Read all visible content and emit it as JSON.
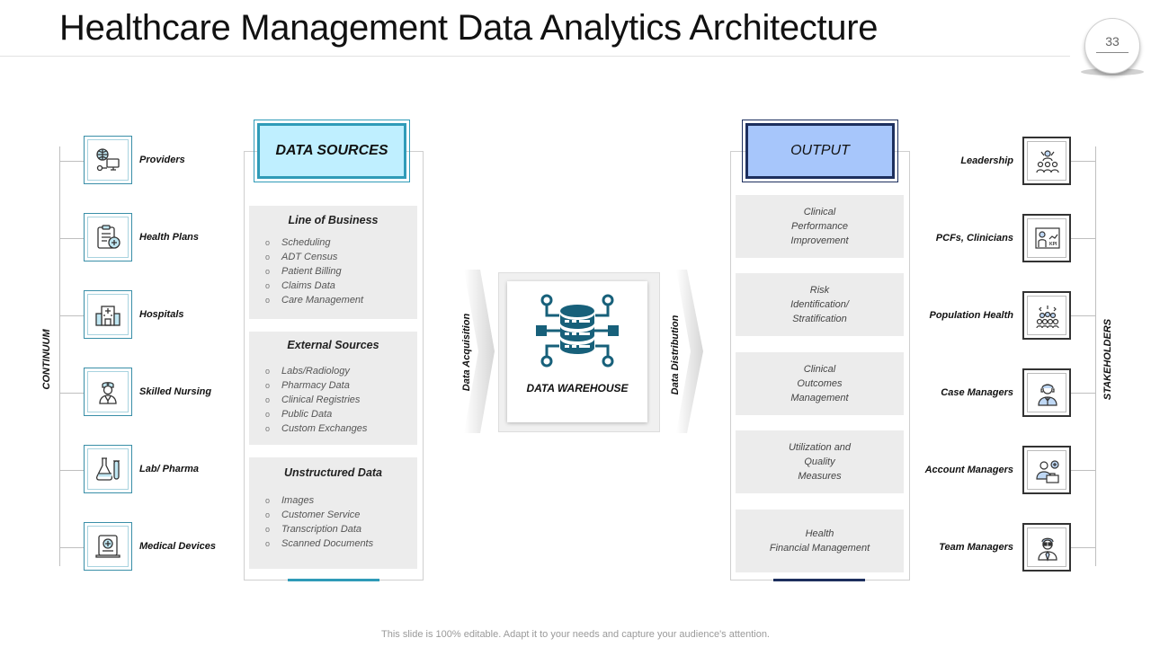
{
  "title": "Healthcare Management Data Analytics Architecture",
  "page_number": "33",
  "continuum": {
    "label": "CONTINUUM",
    "items": [
      {
        "label": "Providers",
        "icon": "network-globe-icon"
      },
      {
        "label": "Health Plans",
        "icon": "clipboard-plan-icon"
      },
      {
        "label": "Hospitals",
        "icon": "hospital-building-icon"
      },
      {
        "label": "Skilled  Nursing",
        "icon": "nurse-icon"
      },
      {
        "label": "Lab/ Pharma",
        "icon": "lab-flask-icon"
      },
      {
        "label": "Medical  Devices",
        "icon": "medical-tablet-icon"
      }
    ]
  },
  "data_sources": {
    "header": "DATA SOURCES",
    "groups": [
      {
        "title": "Line of  Business",
        "items": [
          "Scheduling",
          "ADT Census",
          "Patient Billing",
          "Claims Data",
          "Care Management"
        ]
      },
      {
        "title": "External Sources",
        "items": [
          "Labs/Radiology",
          "Pharmacy Data",
          "Clinical Registries",
          "Public Data",
          "Custom Exchanges"
        ]
      },
      {
        "title": "Unstructured Data",
        "items": [
          "Images",
          "Customer Service",
          "Transcription  Data",
          "Scanned Documents"
        ]
      }
    ],
    "bullet": "o"
  },
  "flow": {
    "acquisition_label": "Data  Acquisition",
    "distribution_label": "Data  Distribution",
    "warehouse_label": "DATA WAREHOUSE"
  },
  "output": {
    "header": "OUTPUT",
    "items": [
      "Clinical\nPerformance\nImprovement",
      "Risk\nIdentification/\nStratification",
      "Clinical\nOutcomes\nManagement",
      "Utilization  and\nQuality\nMeasures",
      "Health\nFinancial Management"
    ]
  },
  "stakeholders": {
    "label": "STAKEHOLDERS",
    "items": [
      {
        "label": "Leadership",
        "icon": "leadership-team-icon"
      },
      {
        "label": "PCFs, Clinicians",
        "icon": "kpi-presentation-icon"
      },
      {
        "label": "Population Health",
        "icon": "population-group-icon"
      },
      {
        "label": "Case Managers",
        "icon": "case-manager-icon"
      },
      {
        "label": "Account Managers",
        "icon": "account-manager-icon"
      },
      {
        "label": "Team Managers",
        "icon": "team-manager-icon"
      }
    ]
  },
  "colors": {
    "teal_accent": "#2f9bb8",
    "navy_accent": "#1d2f5e",
    "sources_header_fill": "#bfefff",
    "output_header_fill": "#a7c6fb",
    "warehouse_icon": "#17607a"
  },
  "footer": "This slide is 100% editable. Adapt it to your needs and capture your audience's attention."
}
